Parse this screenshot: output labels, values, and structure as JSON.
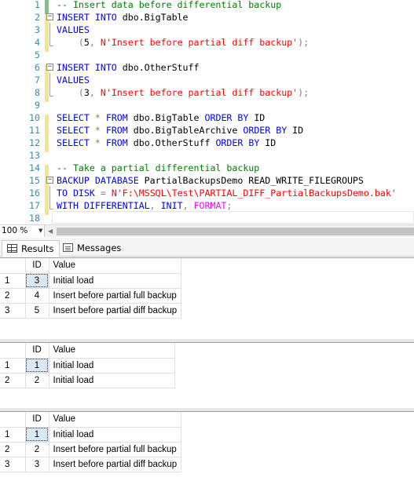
{
  "editor": {
    "lines": [
      {
        "n": "1",
        "html": "<span class=\"cmt\">-- Insert data before differential backup</span>"
      },
      {
        "n": "2",
        "html": "<span class=\"kw\">INSERT INTO</span> dbo.BigTable"
      },
      {
        "n": "3",
        "html": "<span class=\"kw\">VALUES</span>"
      },
      {
        "n": "4",
        "html": "    <span class=\"op\">(</span>5<span class=\"op\">,</span> <span class=\"str\">N'Insert before partial diff backup'</span><span class=\"op\">);</span>"
      },
      {
        "n": "5",
        "html": ""
      },
      {
        "n": "6",
        "html": "<span class=\"kw\">INSERT INTO</span> dbo.OtherStuff"
      },
      {
        "n": "7",
        "html": "<span class=\"kw\">VALUES</span>"
      },
      {
        "n": "8",
        "html": "    <span class=\"op\">(</span>3<span class=\"op\">,</span> <span class=\"str\">N'Insert before partial diff backup'</span><span class=\"op\">);</span>"
      },
      {
        "n": "9",
        "html": ""
      },
      {
        "n": "10",
        "html": "<span class=\"kw\">SELECT</span> <span class=\"op\">*</span> <span class=\"kw\">FROM</span> dbo.BigTable <span class=\"kw\">ORDER BY</span> ID"
      },
      {
        "n": "11",
        "html": "<span class=\"kw\">SELECT</span> <span class=\"op\">*</span> <span class=\"kw\">FROM</span> dbo.BigTableArchive <span class=\"kw\">ORDER BY</span> ID"
      },
      {
        "n": "12",
        "html": "<span class=\"kw\">SELECT</span> <span class=\"op\">*</span> <span class=\"kw\">FROM</span> dbo.OtherStuff <span class=\"kw\">ORDER BY</span> ID"
      },
      {
        "n": "13",
        "html": ""
      },
      {
        "n": "14",
        "html": "<span class=\"cmt\">-- Take a partial differential backup</span>"
      },
      {
        "n": "15",
        "html": "<span class=\"kw\">BACKUP DATABASE</span> PartialBackupsDemo READ_WRITE_FILEGROUPS"
      },
      {
        "n": "16",
        "html": "<span class=\"kw\">TO DISK</span> <span class=\"op\">=</span> <span class=\"str\">N'F:\\MSSQL\\Test\\PARTIAL_DIFF_PartialBackupsDemo.bak'</span>"
      },
      {
        "n": "17",
        "html": "<span class=\"kw\">WITH DIFFERENTIAL</span><span class=\"op\">,</span> <span class=\"kw\">INIT</span><span class=\"op\">,</span> <span class=\"fn\">FORMAT</span><span class=\"op\">;</span>"
      },
      {
        "n": "18",
        "html": ""
      }
    ]
  },
  "zoom": {
    "value": "100 %"
  },
  "tabs": {
    "results": "Results",
    "messages": "Messages"
  },
  "grids": [
    {
      "headers": [
        "",
        "ID",
        "Value"
      ],
      "rows": [
        [
          "1",
          "3",
          "Initial load"
        ],
        [
          "2",
          "4",
          "Insert before partial full backup"
        ],
        [
          "3",
          "5",
          "Insert before partial diff backup"
        ]
      ]
    },
    {
      "headers": [
        "",
        "ID",
        "Value"
      ],
      "rows": [
        [
          "1",
          "1",
          "Initial load"
        ],
        [
          "2",
          "2",
          "Initial load"
        ]
      ]
    },
    {
      "headers": [
        "",
        "ID",
        "Value"
      ],
      "rows": [
        [
          "1",
          "1",
          "Initial load"
        ],
        [
          "2",
          "2",
          "Insert before partial full backup"
        ],
        [
          "3",
          "3",
          "Insert before partial diff backup"
        ]
      ]
    }
  ]
}
